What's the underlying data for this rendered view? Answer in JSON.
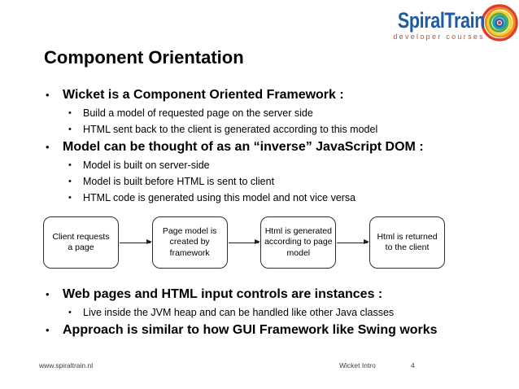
{
  "logo": {
    "brand": "SpiralTrain",
    "tagline": "developer courses",
    "colors": {
      "brand_blue": "#1d5ba4",
      "tagline_red": "#bc4f38",
      "spiral_rings": [
        "#e03a2a",
        "#ef8d25",
        "#f2d12c",
        "#62ac3c",
        "#1fa0a5",
        "#2b66ae",
        "#d93a2b"
      ]
    }
  },
  "slide": {
    "title": "Component Orientation",
    "bullets": [
      {
        "text": "Wicket is a Component Oriented Framework :",
        "subs": [
          "Build a model of requested page on the server side",
          "HTML sent back to the client is generated according to this model"
        ]
      },
      {
        "text": "Model can be thought of as an “inverse” JavaScript DOM :",
        "subs": [
          "Model is built on server-side",
          "Model is built before HTML is sent to client",
          "HTML code is generated using this model and not vice versa"
        ]
      }
    ],
    "diagram": {
      "boxes": [
        "Client requests\na page",
        "Page model is\ncreated by\nframework",
        "Html is generated\naccording to page\nmodel",
        "Html is returned\nto the client"
      ]
    },
    "bullets_bottom": [
      {
        "text": "Web pages and HTML input controls are instances :",
        "subs": [
          "Live inside the JVM heap and can be handled like other Java classes"
        ]
      },
      {
        "text": "Approach is similar to how GUI Framework like Swing works",
        "subs": []
      }
    ],
    "footer": {
      "website": "www.spiraltrain.nl",
      "course": "Wicket Intro",
      "page_number": "4"
    }
  }
}
